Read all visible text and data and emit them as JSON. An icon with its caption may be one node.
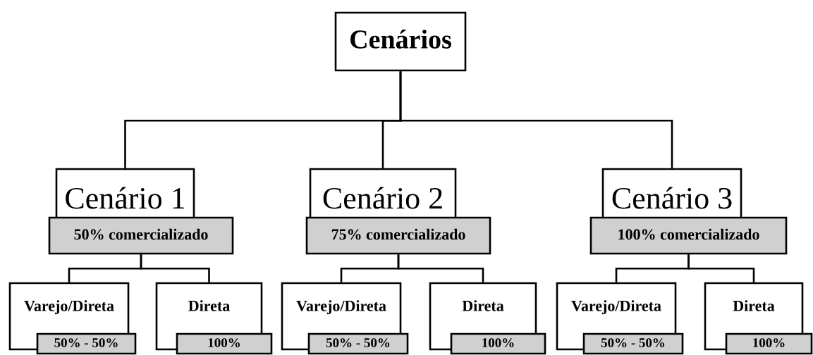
{
  "diagram": {
    "nodes": [
      {
        "text": [
          "Cenários"
        ]
      },
      {
        "text": [
          "Cenário 1"
        ]
      },
      {
        "text": [
          "Cenário 2"
        ]
      },
      {
        "text": [
          "Cenário 3"
        ]
      },
      {
        "text": [
          "50% comercializado"
        ]
      },
      {
        "text": [
          "75% comercializado"
        ]
      },
      {
        "text": [
          "100% comercializado"
        ]
      },
      {
        "text": [
          "Varejo/Direta"
        ]
      },
      {
        "text": [
          "Direta"
        ]
      },
      {
        "text": [
          "Varejo/Direta"
        ]
      },
      {
        "text": [
          "Direta"
        ]
      },
      {
        "text": [
          "Varejo/Direta"
        ]
      },
      {
        "text": [
          "Direta"
        ]
      },
      {
        "text": [
          "50% - 50%"
        ]
      },
      {
        "text": [
          "100%"
        ]
      },
      {
        "text": [
          "50% - 50%"
        ]
      },
      {
        "text": [
          "100%"
        ]
      },
      {
        "text": [
          "50% - 50%"
        ]
      },
      {
        "text": [
          "100%"
        ]
      }
    ],
    "edges": [
      {
        "from": 0,
        "to": 1,
        "arrow": "none"
      },
      {
        "from": 0,
        "to": 2,
        "arrow": "none"
      },
      {
        "from": 0,
        "to": 3,
        "arrow": "none"
      },
      {
        "from": 4,
        "to": 7,
        "arrow": "none"
      },
      {
        "from": 4,
        "to": 8,
        "arrow": "none"
      },
      {
        "from": 5,
        "to": 9,
        "arrow": "none"
      },
      {
        "from": 5,
        "to": 10,
        "arrow": "none"
      },
      {
        "from": 6,
        "to": 11,
        "arrow": "none"
      },
      {
        "from": 6,
        "to": 12,
        "arrow": "none"
      }
    ]
  }
}
